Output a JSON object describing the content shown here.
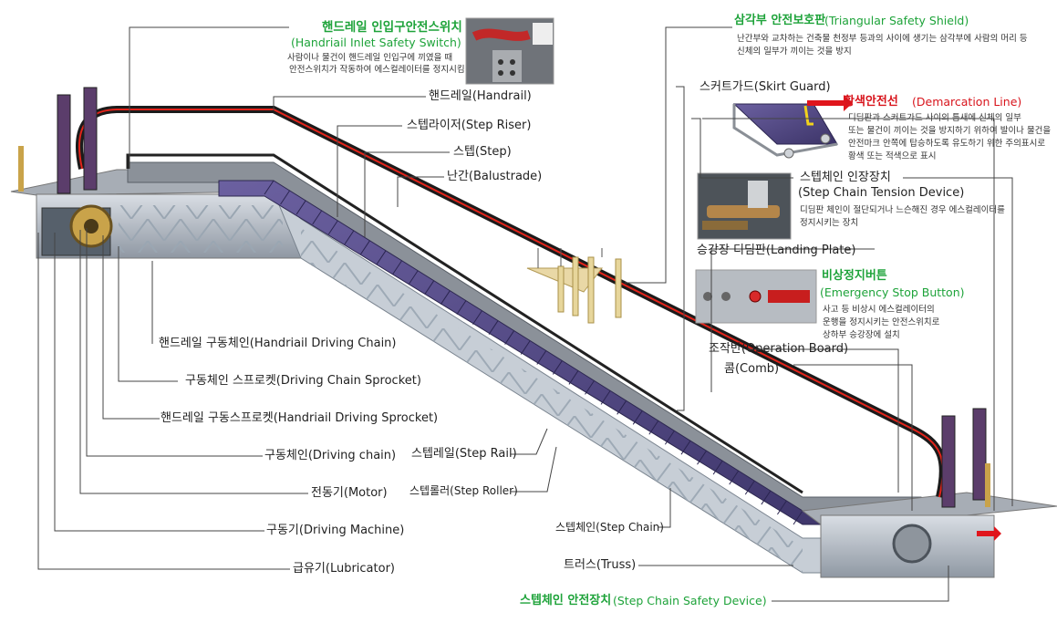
{
  "labels": {
    "handrail_inlet": {
      "ko": "핸드레일 인입구안전스위치",
      "en": "(Handriail Inlet Safety Switch)",
      "desc1": "사람이나 물건이 핸드레일 인입구에 끼였을 때",
      "desc2": "안전스위치가 작동하여 에스컬레이터를 정지시킴"
    },
    "handrail": "핸드레일(Handrail)",
    "step_riser": "스텝라이저(Step Riser)",
    "step": "스텝(Step)",
    "balustrade": "난간(Balustrade)",
    "triangular": {
      "ko": "삼각부 안전보호판",
      "en": "(Triangular Safety Shield)",
      "desc1": "난간부와 교차하는 건축물 천정부 등과의 사이에 생기는 삼각부에 사람의 머리 등",
      "desc2": "신체의 일부가 끼이는 것을 방지"
    },
    "skirt_guard": "스커트가드(Skirt Guard)",
    "demarcation": {
      "ko": "황색안전선",
      "en": "(Demarcation Line)",
      "desc1": "디딤판과 스커트가드 사이의 틈새에 신체의 일부",
      "desc2": "또는 물건이 끼이는 것을 방지하기 위하여 발이나 물건을",
      "desc3": "안전마크 안쪽에 탑승하도록 유도하기 위한 주의표시로",
      "desc4": "황색 또는 적색으로 표시"
    },
    "tension": {
      "title1": "스텝체인 인장장치",
      "title2": "(Step Chain Tension Device)",
      "desc1": "디딤판 체인이 절단되거나 느슨해진 경우 에스컬레이터를",
      "desc2": "정지시키는 장치"
    },
    "landing_plate": "승강장 디딤판(Landing Plate)",
    "emergency": {
      "ko": "비상정지버튼",
      "en": "(Emergency Stop Button)",
      "desc1": "사고 등 비상시 에스컬레이터의",
      "desc2": "운행을 정지시키는 안전스위치로",
      "desc3": "상하부 승강장에 설치"
    },
    "operation_board": "조작반(Operation Board)",
    "comb": "콤(Comb)",
    "handrail_driving_chain": "핸드레일 구동체인(Handriail Driving Chain)",
    "driving_chain_sprocket": "구동체인 스프로켓(Driving Chain Sprocket)",
    "handrail_driving_sprocket": "핸드레일 구동스프로켓(Handriail Driving Sprocket)",
    "driving_chain": "구동체인(Driving chain)",
    "motor": "전동기(Motor)",
    "driving_machine": "구동기(Driving Machine)",
    "lubricator": "급유기(Lubricator)",
    "step_rail": "스텝레일(Step Rail)",
    "step_roller": "스텝롤러(Step Roller)",
    "step_chain": "스텝체인(Step Chain)",
    "truss": "트러스(Truss)",
    "safety_device": {
      "ko": "스텝체인 안전장치",
      "en": "(Step Chain Safety Device)"
    }
  },
  "colors": {
    "green": "#1ea33a",
    "red": "#d8141c",
    "step": "#5a4f8c",
    "truss": "#b9c2cc"
  }
}
